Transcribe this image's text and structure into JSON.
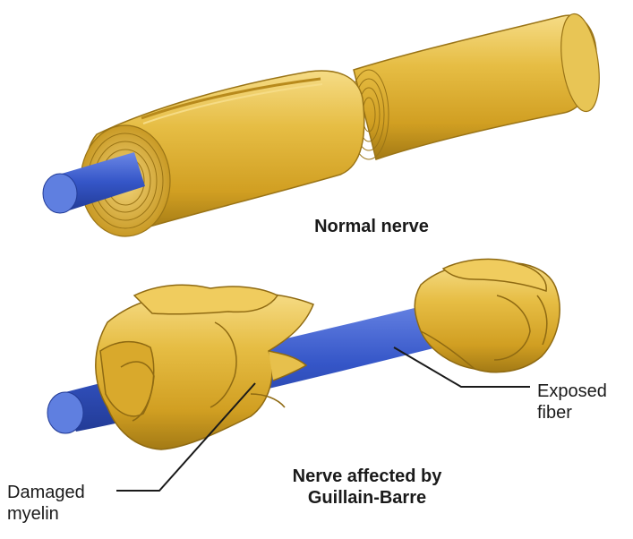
{
  "labels": {
    "normal_nerve": "Normal nerve",
    "affected_line1": "Nerve affected by",
    "affected_line2": "Guillain-Barre",
    "exposed_line1": "Exposed",
    "exposed_line2": "fiber",
    "damaged_line1": "Damaged",
    "damaged_line2": "myelin"
  },
  "colors": {
    "myelin": "#e0b43a",
    "myelin_highlight": "#f7de8a",
    "myelin_shadow": "#9a7416",
    "axon": "#3556c8",
    "axon_end": "#5f7fe0",
    "leader_line": "#1a1a1a"
  }
}
